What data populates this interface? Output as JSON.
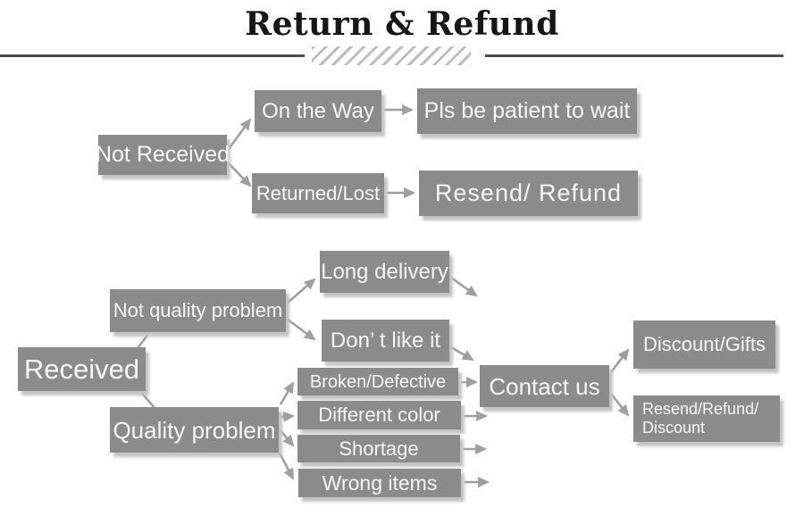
{
  "title": "Return & Refund",
  "nodes": {
    "not_received": "Not Received",
    "on_the_way": "On the Way",
    "returned_lost": "Returned/Lost",
    "pls_wait": "Pls be patient to wait",
    "resend_refund": "Resend/ Refund",
    "received": "Received",
    "not_quality": "Not quality problem",
    "quality": "Quality problem",
    "long_delivery": "Long delivery",
    "dont_like": "Don’ t like it",
    "broken": "Broken/Defective",
    "diff_color": "Different color",
    "shortage": "Shortage",
    "wrong_items": "Wrong items",
    "contact_us": "Contact us",
    "rrd_line1": "Resend/Refund/",
    "rrd_line2": "Discount",
    "discount_gifts": "Discount/Gifts"
  },
  "edges": [
    {
      "from": "not_received",
      "to": "on_the_way"
    },
    {
      "from": "not_received",
      "to": "returned_lost"
    },
    {
      "from": "on_the_way",
      "to": "pls_wait"
    },
    {
      "from": "returned_lost",
      "to": "resend_refund"
    },
    {
      "from": "received",
      "to": "not_quality"
    },
    {
      "from": "received",
      "to": "quality"
    },
    {
      "from": "not_quality",
      "to": "long_delivery"
    },
    {
      "from": "not_quality",
      "to": "dont_like"
    },
    {
      "from": "long_delivery",
      "to": ""
    },
    {
      "from": "dont_like",
      "to": "contact_us"
    },
    {
      "from": "quality",
      "to": "broken"
    },
    {
      "from": "quality",
      "to": "diff_color"
    },
    {
      "from": "quality",
      "to": "shortage"
    },
    {
      "from": "quality",
      "to": "wrong_items"
    },
    {
      "from": "broken",
      "to": "contact_us"
    },
    {
      "from": "diff_color",
      "to": ""
    },
    {
      "from": "shortage",
      "to": ""
    },
    {
      "from": "wrong_items",
      "to": ""
    },
    {
      "from": "contact_us",
      "to": "discount_gifts"
    },
    {
      "from": "contact_us",
      "to": "rrd"
    }
  ],
  "colors": {
    "box": "#8b8b8b",
    "box_text": "#f5f5f5",
    "arrow": "#9f9f9f",
    "title_text": "#161616",
    "rule": "#4e4e4e",
    "hatch": "#bdbdbd",
    "shadow": "#c3c3c3",
    "background": "#ffffff"
  }
}
